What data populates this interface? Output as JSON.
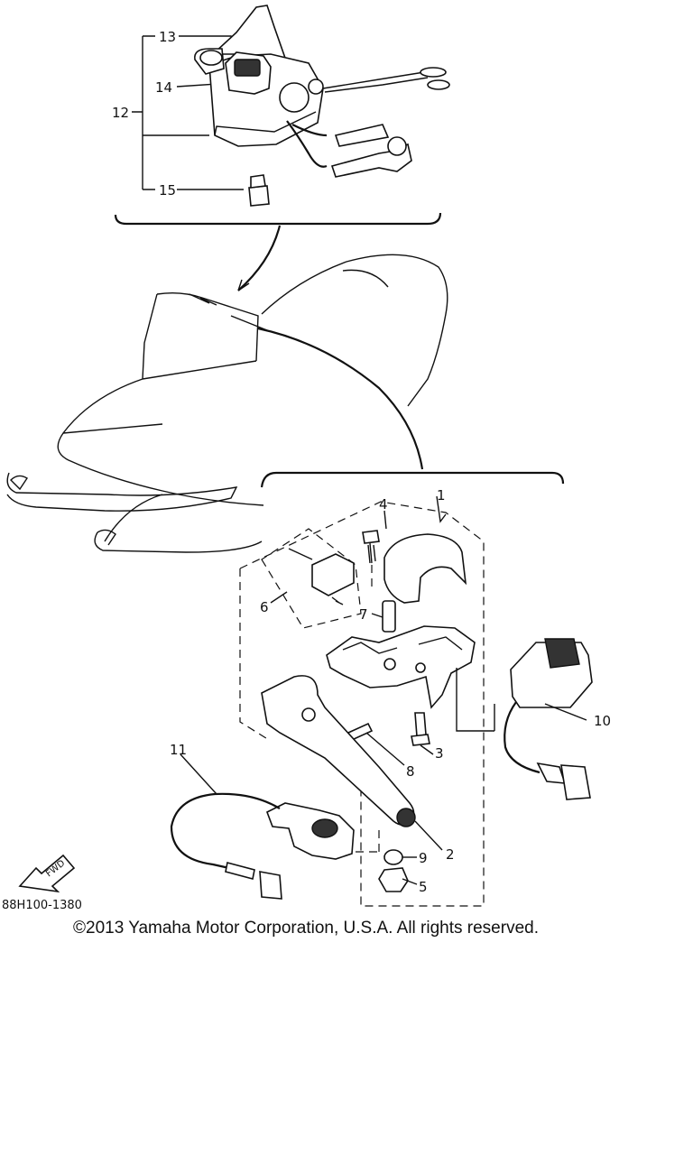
{
  "diagram": {
    "callouts": [
      "1",
      "2",
      "3",
      "4",
      "5",
      "6",
      "7",
      "8",
      "9",
      "10",
      "11",
      "12",
      "13",
      "14",
      "15"
    ],
    "drawing_code": "88H100-1380",
    "fwd_label": "FWD"
  },
  "footer": {
    "copyright": "©2013 Yamaha Motor Corporation, U.S.A. All rights reserved."
  }
}
